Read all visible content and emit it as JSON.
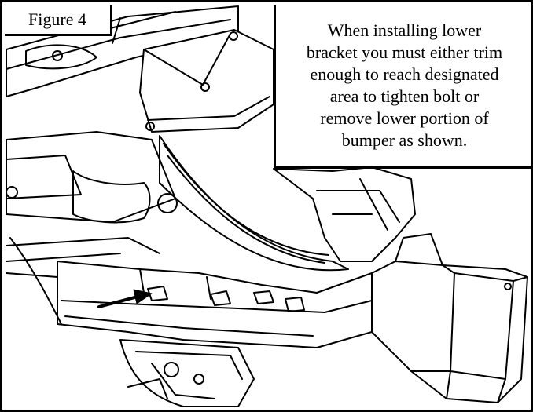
{
  "figure": {
    "label": "Figure 4"
  },
  "callout": {
    "lines": [
      "When installing lower",
      "bracket you must either trim",
      "enough to reach designated",
      "area to tighten bolt or",
      "remove lower portion of",
      "bumper as shown."
    ]
  },
  "colors": {
    "line": "#000000",
    "background": "#ffffff"
  }
}
